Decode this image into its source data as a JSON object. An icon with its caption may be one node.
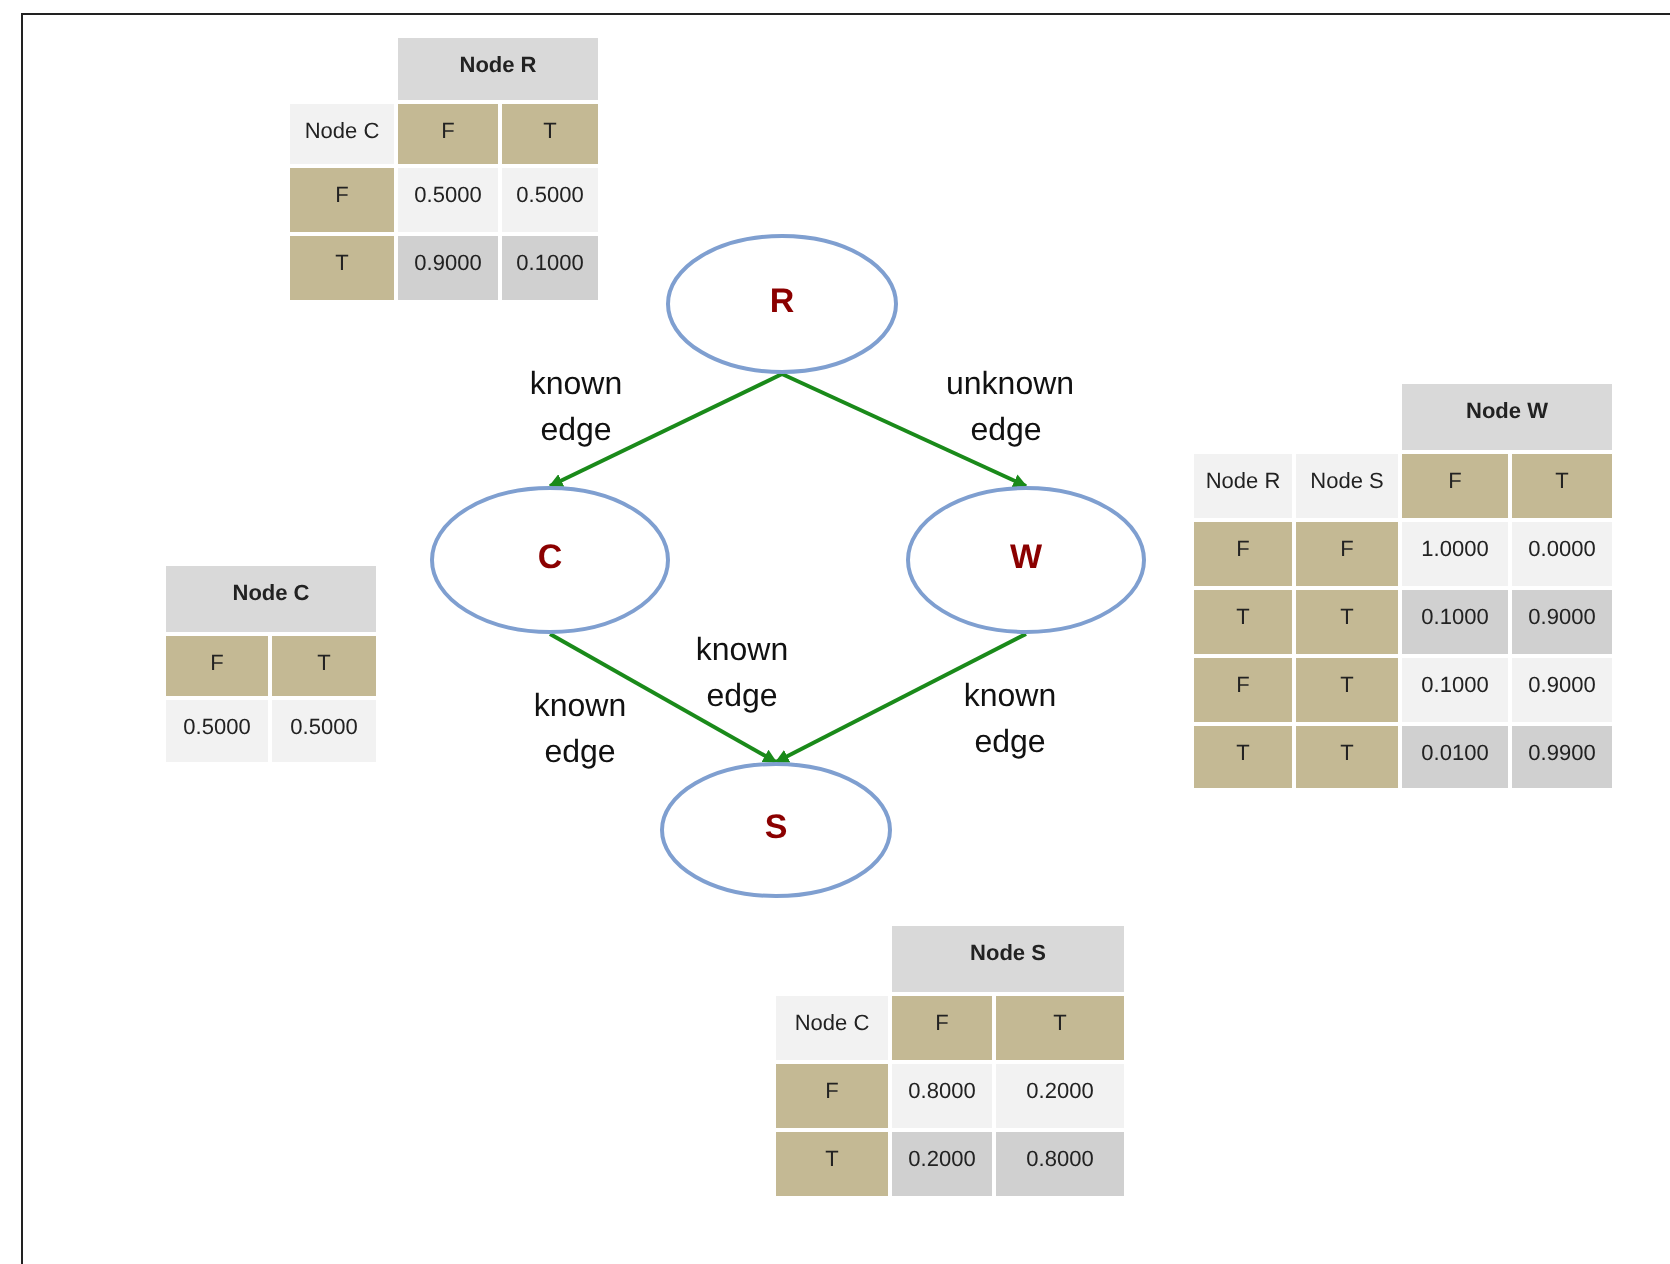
{
  "diagram": {
    "nodes": [
      {
        "text": [
          "R"
        ]
      },
      {
        "text": [
          "C"
        ]
      },
      {
        "text": [
          "W"
        ]
      },
      {
        "text": [
          "S"
        ]
      }
    ],
    "edges": [
      {
        "from": 0,
        "to": 1,
        "arrow": "to",
        "label": "known edge"
      },
      {
        "from": 0,
        "to": 2,
        "arrow": "to",
        "label": "unknown edge"
      },
      {
        "from": 1,
        "to": 3,
        "arrow": "to",
        "label": "known edge"
      },
      {
        "from": 2,
        "to": 3,
        "arrow": "to",
        "label": "known edge"
      }
    ],
    "labels": [
      "Node R",
      "Node C",
      "F",
      "T",
      "F",
      "0.5000",
      "0.5000",
      "T",
      "0.9000",
      "0.1000",
      "Node W",
      "Node R",
      "Node S",
      "F",
      "T",
      "F",
      "F",
      "1.0000",
      "0.0000",
      "T",
      "T",
      "0.1000",
      "0.9000",
      "F",
      "T",
      "0.1000",
      "0.9000",
      "T",
      "T",
      "0.0100",
      "0.9900",
      "Node C",
      "F",
      "T",
      "0.5000",
      "0.5000",
      "known edge",
      "Node S",
      "Node C",
      "F",
      "T",
      "F",
      "0.8000",
      "0.2000",
      "T",
      "0.2000",
      "0.8000"
    ]
  }
}
